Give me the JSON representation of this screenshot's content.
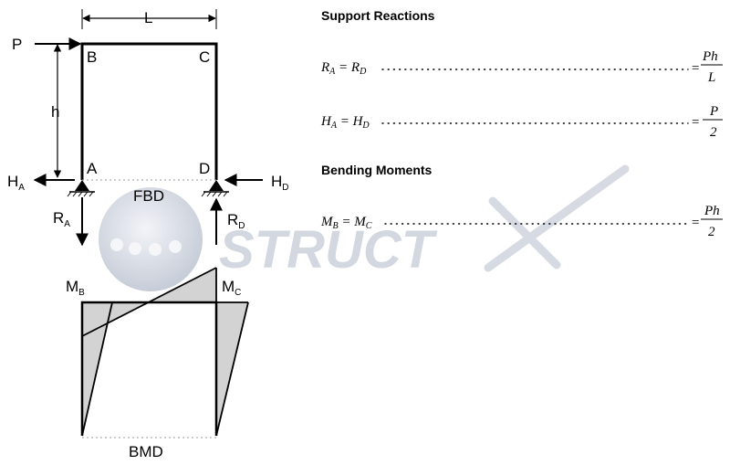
{
  "frame": {
    "span_label": "L",
    "height_label": "h",
    "load_label": "P",
    "nodes": {
      "b": "B",
      "c": "C",
      "a": "A",
      "d": "D"
    },
    "fbd_label": "FBD",
    "h_a": {
      "main": "H",
      "sub": "A"
    },
    "h_d": {
      "main": "H",
      "sub": "D"
    },
    "r_a": {
      "main": "R",
      "sub": "A"
    },
    "r_d": {
      "main": "R",
      "sub": "D"
    }
  },
  "bmd": {
    "m_b": {
      "main": "M",
      "sub": "B"
    },
    "m_c": {
      "main": "M",
      "sub": "C"
    },
    "label": "BMD"
  },
  "watermark": {
    "text": "STRUCT"
  },
  "equations": {
    "support_heading": "Support Reactions",
    "eq1": {
      "l1": "R",
      "l1s": "A",
      "eq": " = ",
      "l2": "R",
      "l2s": "D",
      "rhs_eq": "=",
      "num": "Ph",
      "den": "L"
    },
    "eq2": {
      "l1": "H",
      "l1s": "A",
      "eq": " = ",
      "l2": "H",
      "l2s": "D",
      "rhs_eq": "=",
      "num": "P",
      "den": "2"
    },
    "bending_heading": "Bending Moments",
    "eq3": {
      "l1": "M",
      "l1s": "B",
      "eq": " = ",
      "l2": "M",
      "l2s": "C",
      "rhs_eq": "=",
      "num": "Ph",
      "den": "2"
    }
  },
  "colors": {
    "bmd_fill": "#d3d3d3",
    "watermark": "#c4cad6",
    "line": "#000000"
  }
}
